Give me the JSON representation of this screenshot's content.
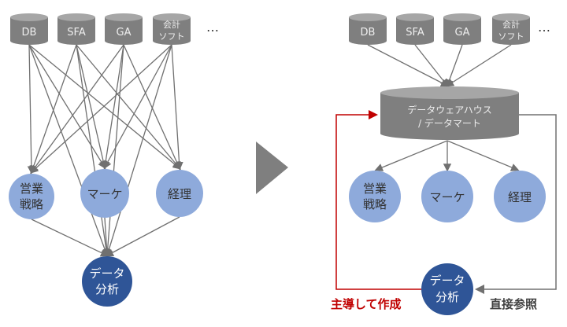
{
  "sources": [
    "DB",
    "SFA",
    "GA"
  ],
  "accounting": [
    "会計",
    "ソフト"
  ],
  "ellipsis": "…",
  "departments": {
    "sales": [
      "営業",
      "戦略"
    ],
    "marketing": "マーケ",
    "accounting": "経理"
  },
  "analysis": [
    "データ",
    "分析"
  ],
  "warehouse": [
    "データウェアハウス",
    "/ データマート"
  ],
  "labels": {
    "lead": "主導して作成",
    "direct": "直接参照"
  },
  "colors": {
    "cylinder": "#7f7f7f",
    "cylinder_top": "#a6a6a6",
    "dept": "#8eaadb",
    "analysis": "#2f5597",
    "line": "#707070",
    "red": "#c00000"
  }
}
